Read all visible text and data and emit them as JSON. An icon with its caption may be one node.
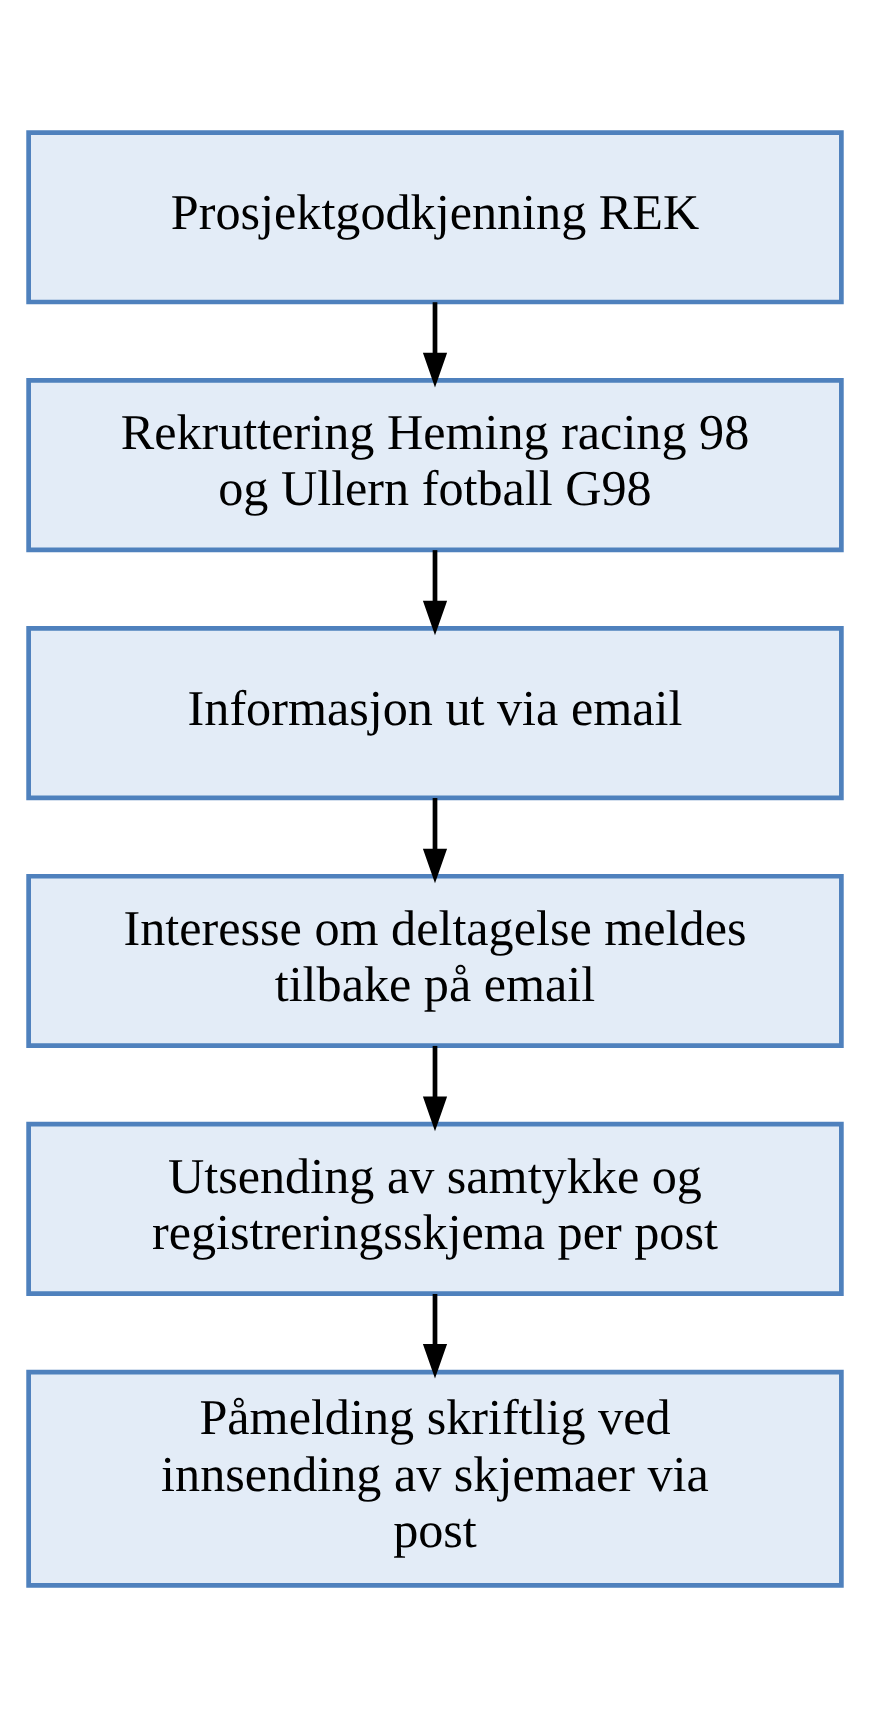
{
  "diagram": {
    "nodes": [
      {
        "text": [
          "Prosjektgodkjenning REK"
        ]
      },
      {
        "text": [
          "Rekruttering Heming racing 98 og Ullern fotball G98"
        ]
      },
      {
        "text": [
          "Informasjon ut via email"
        ]
      },
      {
        "text": [
          "Interesse om deltagelse meldes tilbake på email"
        ]
      },
      {
        "text": [
          "Utsending av samtykke og registreringsskjema per post"
        ]
      },
      {
        "text": [
          "Påmelding skriftlig ved innsending av skjemaer via post"
        ]
      }
    ],
    "edges": [
      {
        "from": 0,
        "to": 1,
        "arrow": "to"
      },
      {
        "from": 1,
        "to": 2,
        "arrow": "to"
      },
      {
        "from": 2,
        "to": 3,
        "arrow": "to"
      },
      {
        "from": 3,
        "to": 4,
        "arrow": "to"
      },
      {
        "from": 4,
        "to": 5,
        "arrow": "to"
      }
    ]
  }
}
